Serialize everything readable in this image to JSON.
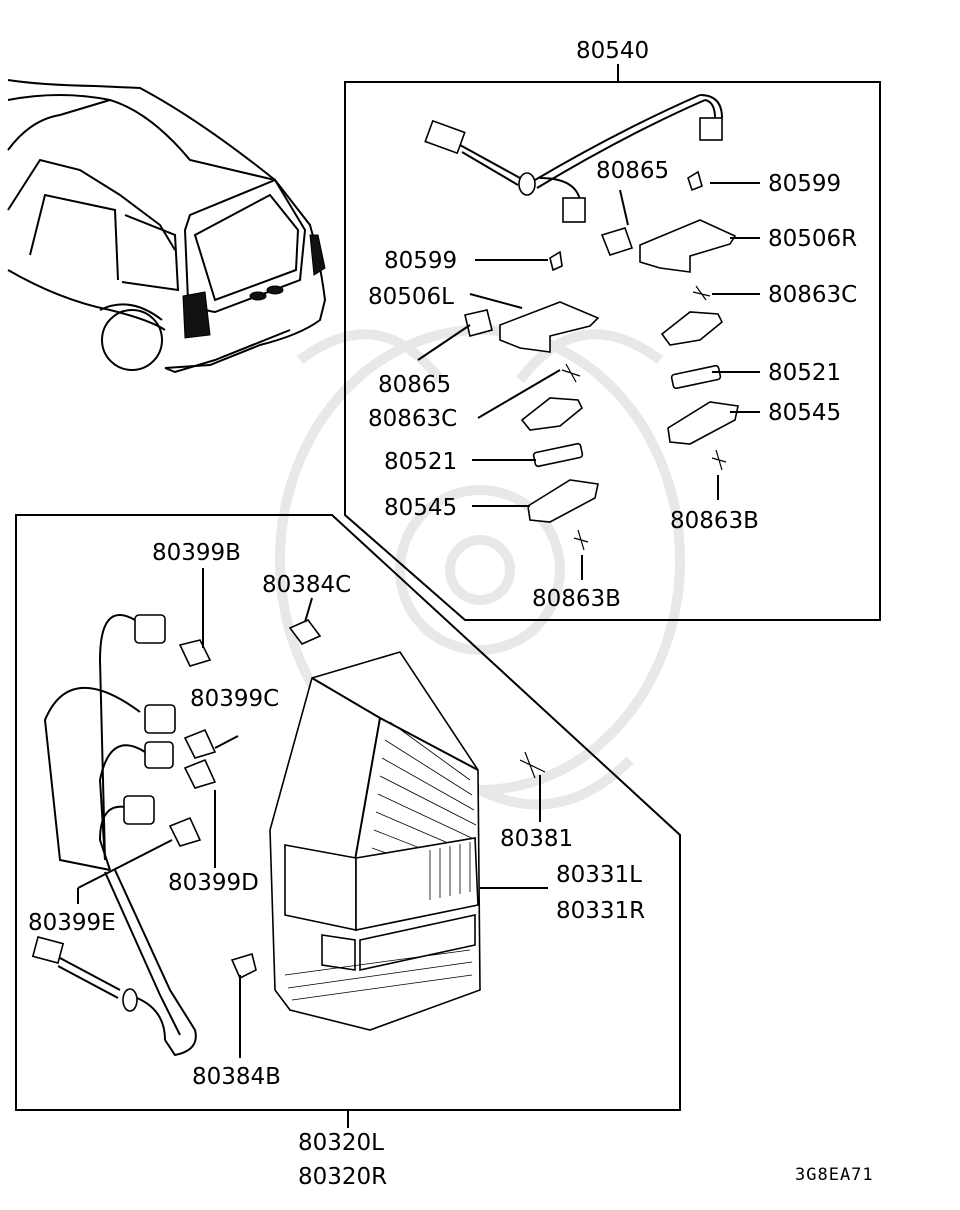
{
  "diagram": {
    "labels": {
      "p80540": "80540",
      "p80865_a": "80865",
      "p80599_a": "80599",
      "p80506R": "80506R",
      "p80599_b": "80599",
      "p80506L": "80506L",
      "p80863C_a": "80863C",
      "p80865_b": "80865",
      "p80521_a": "80521",
      "p80863C_b": "80863C",
      "p80545_a": "80545",
      "p80521_b": "80521",
      "p80863B_a": "80863B",
      "p80545_b": "80545",
      "p80863B_b": "80863B",
      "p80399B": "80399B",
      "p80384C": "80384C",
      "p80399C": "80399C",
      "p80381": "80381",
      "p80399D": "80399D",
      "p80331L": "80331L",
      "p80331R": "80331R",
      "p80399E": "80399E",
      "p80384B": "80384B",
      "p80320L": "80320L",
      "p80320R": "80320R"
    },
    "figure_code": "3G8EA71"
  }
}
